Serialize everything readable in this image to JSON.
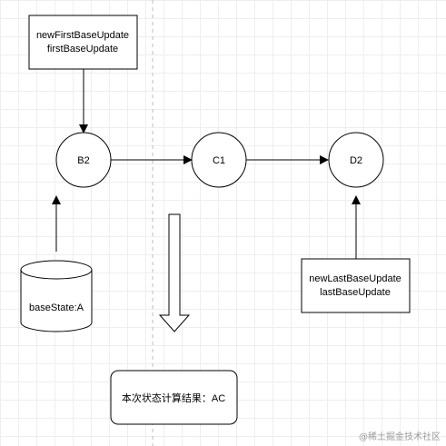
{
  "nodes": {
    "b2": "B2",
    "c1": "C1",
    "d2": "D2"
  },
  "first_box": {
    "line1": "newFirstBaseUpdate",
    "line2": "firstBaseUpdate"
  },
  "last_box": {
    "line1": "newLastBaseUpdate",
    "line2": "lastBaseUpdate"
  },
  "base_state": "baseState:A",
  "result": "本次状态计算结果：AC",
  "watermark": "@稀土掘金技术社区",
  "colors": {
    "stroke": "#000000",
    "grid": "#eeeeee",
    "divider": "#bbbbbb",
    "background": "#ffffff"
  }
}
